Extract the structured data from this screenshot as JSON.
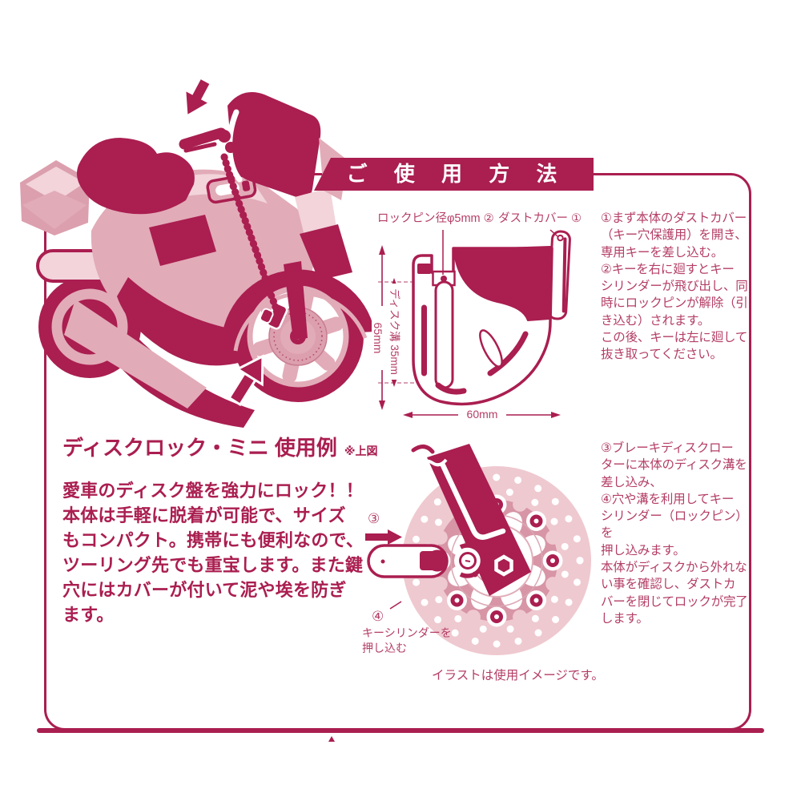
{
  "colors": {
    "primary": "#aa1e50",
    "accent_pink": "#e2abb8",
    "pale_pink": "#f2d4da",
    "mid_pink": "#d795a6"
  },
  "title_bar": {
    "label": "ご 使 用 方 法"
  },
  "diagram": {
    "label_pin": "ロックピン径φ5mm ②",
    "label_cover": "ダストカバー ①",
    "dim_height": "65mm",
    "dim_groove": "ディスク溝 35mm",
    "dim_width": "60mm"
  },
  "steps_top": "①まず本体のダストカバー\n（キー穴保護用）を開き、\n専用キーを差し込む。\n②キーを右に廻すとキー\nシリンダーが飛び出し、同\n時にロックピンが解除（引\nき込む）されます。\nこの後、キーは左に廻して\n抜き取ってください。",
  "steps_bottom": "③ブレーキディスクロー\nターに本体のディスク溝を\n差し込み、\n④穴や溝を利用してキー\nシリンダー（ロックピン）を\n押し込みます。\n本体がディスクから外れな\nい事を確認し、ダストカ\nバーを閉じてロックが完了\nします。",
  "usage": {
    "heading": "ディスクロック・ミニ 使用例",
    "heading_note": "※上図",
    "body": "愛車のディスク盤を強力にロック！！\n本体は手軽に脱着が可能で、サイズ\nもコンパクト。携帯にも便利なので、\nツーリング先でも重宝します。また鍵\n穴にはカバーが付いて泥や埃を防ぎ\nます。"
  },
  "disc_steps": {
    "step3_num": "③",
    "step4_num": "④",
    "step4_label": "キーシリンダーを\n押し込む",
    "caption": "イラストは使用イメージです。"
  }
}
